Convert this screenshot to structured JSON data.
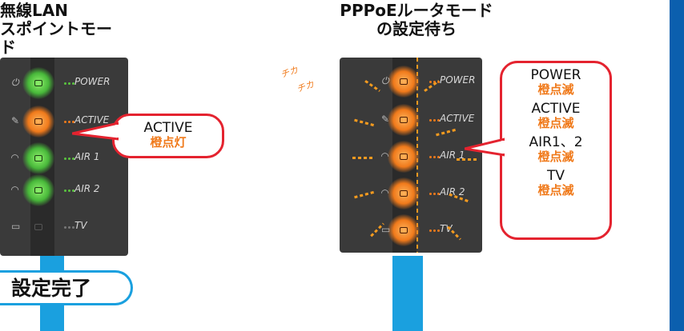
{
  "left": {
    "title_line1": "無線LAN",
    "title_line2": "スポイントモード",
    "callout_title": "ACTIVE",
    "callout_status": "橙点灯",
    "done_label": "設定完了"
  },
  "right": {
    "title_line1": "PPPoEルータモード",
    "title_line2": "の設定待ち",
    "blink_text1": "チカ",
    "blink_text2": "チカ",
    "callout_items": [
      {
        "label": "POWER",
        "status": "橙点滅"
      },
      {
        "label": "ACTIVE",
        "status": "橙点滅"
      },
      {
        "label": "AIR1、2",
        "status": "橙点滅"
      },
      {
        "label": "TV",
        "status": "橙点滅"
      }
    ]
  },
  "device_labels": [
    "POWER",
    "ACTIVE",
    "AIR 1",
    "AIR 2",
    "TV"
  ],
  "device_labels_right": [
    "POWER",
    "ACTIVE",
    "AIR 1",
    "AIR 2",
    "TV"
  ],
  "colors": {
    "accent_blue": "#1aa0df",
    "border_blue": "#0b5fae",
    "led_orange": "#f07a1b",
    "led_green": "#48b83a",
    "callout_red": "#e4232f"
  }
}
